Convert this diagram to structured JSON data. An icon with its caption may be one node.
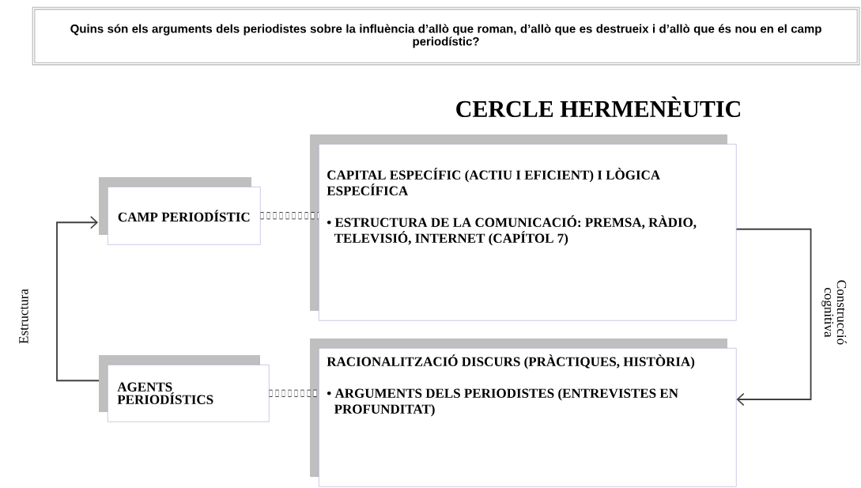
{
  "diagram": {
    "title": "CERCLE HERMENÈUTIC",
    "nodes": [
      {
        "text": [
          "Quins són els arguments dels periodistes sobre la influència d’allò que roman, d’allò que es destrueix i d’allò que és nou en el camp periodístic?"
        ]
      },
      {
        "text": [
          "CAMP PERIODÍSTIC"
        ]
      },
      {
        "text": [
          "CAPITAL ESPECÍFIC (ACTIU I EFICIENT) I LÒGICA ESPECÍFICA",
          "• ESTRUCTURA DE LA COMUNICACIÓ: PREMSA, RÀDIO, TELEVISIÓ, INTERNET (CAPÍTOL 7)"
        ]
      },
      {
        "text": [
          "AGENTS PERIODÍSTICS"
        ]
      },
      {
        "text": [
          "RACIONALITZACIÓ DISCURS (PRÀCTIQUES, HISTÒRIA)",
          "•  ARGUMENTS DELS PERIODISTES (ENTREVISTES EN PROFUNDITAT)"
        ]
      }
    ],
    "edges": [
      {
        "from": 3,
        "to": 1,
        "arrow": "to",
        "label": "Estructura"
      },
      {
        "from": 2,
        "to": 4,
        "arrow": "to",
        "label": "Construcció cognitiva"
      },
      {
        "from": 1,
        "to": 2,
        "arrow": "none",
        "style": "dashed"
      },
      {
        "from": 3,
        "to": 4,
        "arrow": "none",
        "style": "dashed"
      }
    ]
  }
}
